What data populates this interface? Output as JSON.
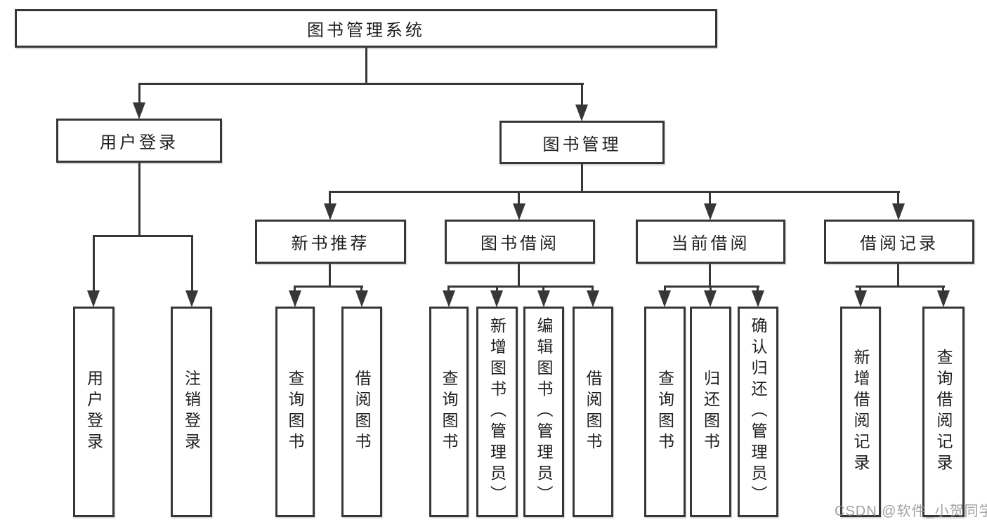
{
  "root_label": "图书管理系统",
  "level2": {
    "user_login": {
      "label": "用户登录",
      "children": {
        "login": "用户登录",
        "logout": "注销登录"
      }
    },
    "book_management": {
      "label": "图书管理",
      "children": {
        "new_book_recommend": {
          "label": "新书推荐",
          "children": {
            "query_books": "查询图书",
            "borrow_books": "借阅图书"
          }
        },
        "book_borrowing": {
          "label": "图书借阅",
          "children": {
            "query_books": "查询图书",
            "add_books_admin": "新增图书（管理员）",
            "edit_books_admin": "编辑图书（管理员）",
            "borrow_books": "借阅图书"
          }
        },
        "current_borrowing": {
          "label": "当前借阅",
          "children": {
            "query_books": "查询图书",
            "return_books": "归还图书",
            "confirm_return_admin": "确认归还（管理员）"
          }
        },
        "borrowing_records": {
          "label": "借阅记录",
          "children": {
            "add_record": "新增借阅记录",
            "query_record": "查询借阅记录"
          }
        }
      }
    }
  },
  "watermark": "CSDN @软件_小贺同学",
  "colors": {
    "line": "#373737",
    "text": "#1e1e1e",
    "watermark": "#919191",
    "background": "#ffffff"
  }
}
